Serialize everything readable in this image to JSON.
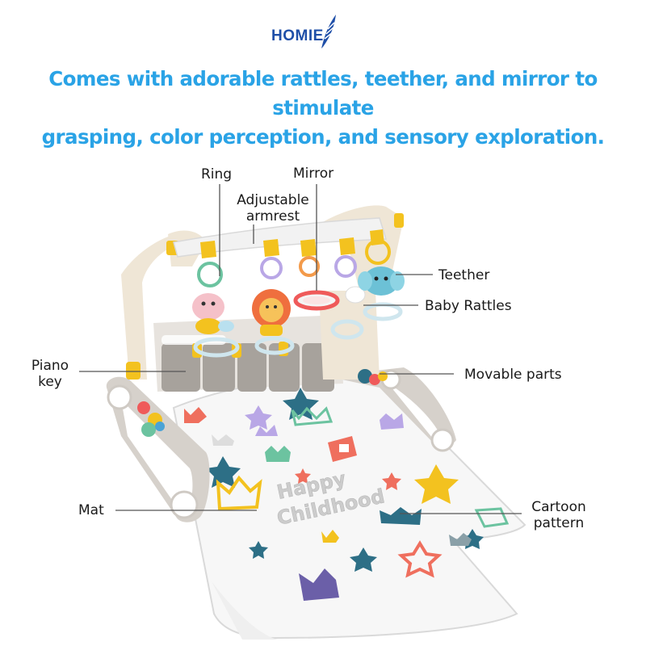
{
  "brand": {
    "name": "HOMIE",
    "color": "#1f4fa8"
  },
  "headline": {
    "line1": "Comes with adorable rattles, teether, and mirror to stimulate",
    "line2": "grasping, color perception, and sensory exploration.",
    "color": "#2aa3e6"
  },
  "callouts": {
    "ring": "Ring",
    "mirror": "Mirror",
    "armrest_line1": "Adjustable",
    "armrest_line2": "armrest",
    "teether": "Teether",
    "baby_rattles": "Baby Rattles",
    "piano_line1": "Piano",
    "piano_line2": "key",
    "movable_parts": "Movable parts",
    "mat": "Mat",
    "cartoon_line1": "Cartoon",
    "cartoon_line2": "pattern"
  },
  "mat_print": {
    "line1": "Happy",
    "line2": "Childhood"
  },
  "colors": {
    "frame": "#efe6d6",
    "base": "#d6d1cb",
    "mat": "#f7f7f7",
    "yellow": "#f3c21f",
    "teal": "#2d6f86",
    "coral": "#ef6f5e",
    "lavender": "#b9a7e6"
  }
}
